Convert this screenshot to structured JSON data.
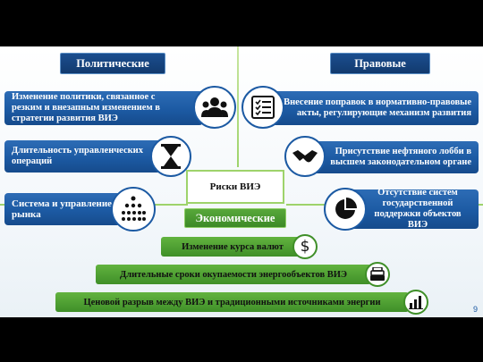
{
  "center": "Риски ВИЭ",
  "categories": {
    "political": "Политические",
    "legal": "Правовые",
    "economic": "Экономические"
  },
  "political_items": [
    {
      "text": "Изменение политики, связанное с резким и внезапным изменением в стратегии развития ВИЭ",
      "icon": "people-group-icon"
    },
    {
      "text": "Длительность управленческих операций",
      "icon": "hourglass-icon"
    },
    {
      "text": "Система и управление рынка",
      "icon": "org-chart-icon"
    }
  ],
  "legal_items": [
    {
      "text": "Внесение поправок в нормативно-правовые акты, регулирующие механизм развития",
      "icon": "checklist-icon"
    },
    {
      "text": "Присутствие нефтяного лобби в высшем законодательном органе",
      "icon": "handshake-icon"
    },
    {
      "text": "Отсутствие систем государственной поддержки объектов ВИЭ",
      "icon": "pie-chart-icon"
    }
  ],
  "economic_items": [
    {
      "text": "Изменение курса валют",
      "icon": "dollar-icon"
    },
    {
      "text": "Длительные сроки окупаемости энергообъектов ВИЭ",
      "icon": "money-stack-icon"
    },
    {
      "text": "Ценовой разрыв между ВИЭ и традиционными источниками энергии",
      "icon": "bar-chart-icon"
    }
  ],
  "page_number": "9",
  "colors": {
    "blue": "#1c5aa3",
    "green": "#3f8f28",
    "line": "#9ed36b"
  }
}
